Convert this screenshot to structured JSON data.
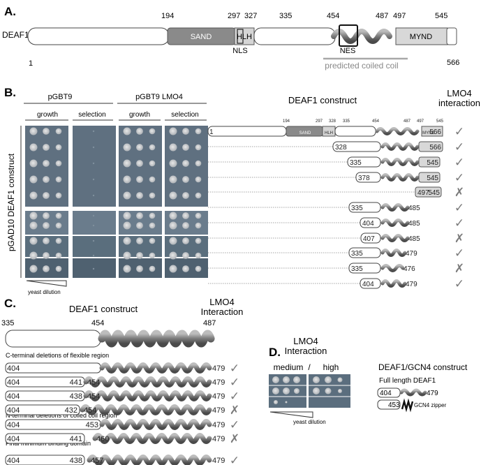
{
  "panelA": {
    "letter": "A.",
    "protein": "DEAF1",
    "positions": [
      "1",
      "194",
      "297",
      "327",
      "335",
      "454",
      "487",
      "497",
      "545",
      "566"
    ],
    "domains": [
      "SAND",
      "HLH",
      "MYND"
    ],
    "nls": "NLS",
    "nes": "NES",
    "coil_label": "predicted coiled coil"
  },
  "panelB": {
    "letter": "B.",
    "col_groups": [
      "pGBT9",
      "pGBT9 LMO4"
    ],
    "col_sub": [
      "growth",
      "selection",
      "growth",
      "selection"
    ],
    "row_axis": "pGAD10 DEAF1 construct",
    "dilution": "yeast dilution",
    "construct_title": "DEAF1 construct",
    "interaction_title": [
      "LMO4",
      "interaction"
    ],
    "mini_ticks": [
      "194",
      "297",
      "328",
      "335",
      "454",
      "487",
      "497",
      "545"
    ],
    "mini_labels": [
      "SAND",
      "HLH",
      "MYND"
    ],
    "rows": [
      {
        "start": "1",
        "end": "566",
        "result": "✓"
      },
      {
        "start": "328",
        "end": "566",
        "result": "✓"
      },
      {
        "start": "335",
        "end": "545",
        "result": "✓"
      },
      {
        "start": "378",
        "end": "545",
        "result": "✓"
      },
      {
        "start": "497",
        "end": "545",
        "result": "✗"
      },
      {
        "start": "335",
        "end": "485",
        "result": "✓"
      },
      {
        "start": "404",
        "end": "485",
        "result": "✓"
      },
      {
        "start": "407",
        "end": "485",
        "result": "✗"
      },
      {
        "start": "335",
        "end": "479",
        "result": "✓"
      },
      {
        "start": "335",
        "end": "476",
        "result": "✗"
      },
      {
        "start": "404",
        "end": "479",
        "result": "✓"
      }
    ]
  },
  "panelC": {
    "letter": "C.",
    "title": "DEAF1 construct",
    "interaction_title": [
      "LMO4",
      "Interaction"
    ],
    "top": [
      "335",
      "454",
      "487"
    ],
    "sections": [
      "C-terminal deletions of flexible region",
      "N-terminal deletions of coiled coil region",
      "Final minimum binding domain"
    ],
    "rows": [
      {
        "labels": [
          "404",
          "479"
        ],
        "result": "✓"
      },
      {
        "labels": [
          "404",
          "441",
          "454",
          "479"
        ],
        "result": "✓"
      },
      {
        "labels": [
          "404",
          "438",
          "454",
          "479"
        ],
        "result": "✓"
      },
      {
        "labels": [
          "404",
          "432",
          "454",
          "479"
        ],
        "result": "✗"
      },
      {
        "labels": [
          "404",
          "453",
          "479"
        ],
        "result": "✓"
      },
      {
        "labels": [
          "404",
          "441",
          "460",
          "479"
        ],
        "result": "✗"
      },
      {
        "labels": [
          "404",
          "438",
          "457",
          "479"
        ],
        "result": "✓"
      }
    ]
  },
  "panelD": {
    "letter": "D.",
    "interaction_title": [
      "LMO4",
      "Interaction"
    ],
    "levels": [
      "medium",
      "/",
      "high"
    ],
    "construct_title": "DEAF1/GCN4 construct",
    "full_length": "Full length DEAF1",
    "row2": [
      "404",
      "479"
    ],
    "row3": [
      "453",
      "GCN4 zipper"
    ],
    "dilution": "yeast dilution"
  }
}
